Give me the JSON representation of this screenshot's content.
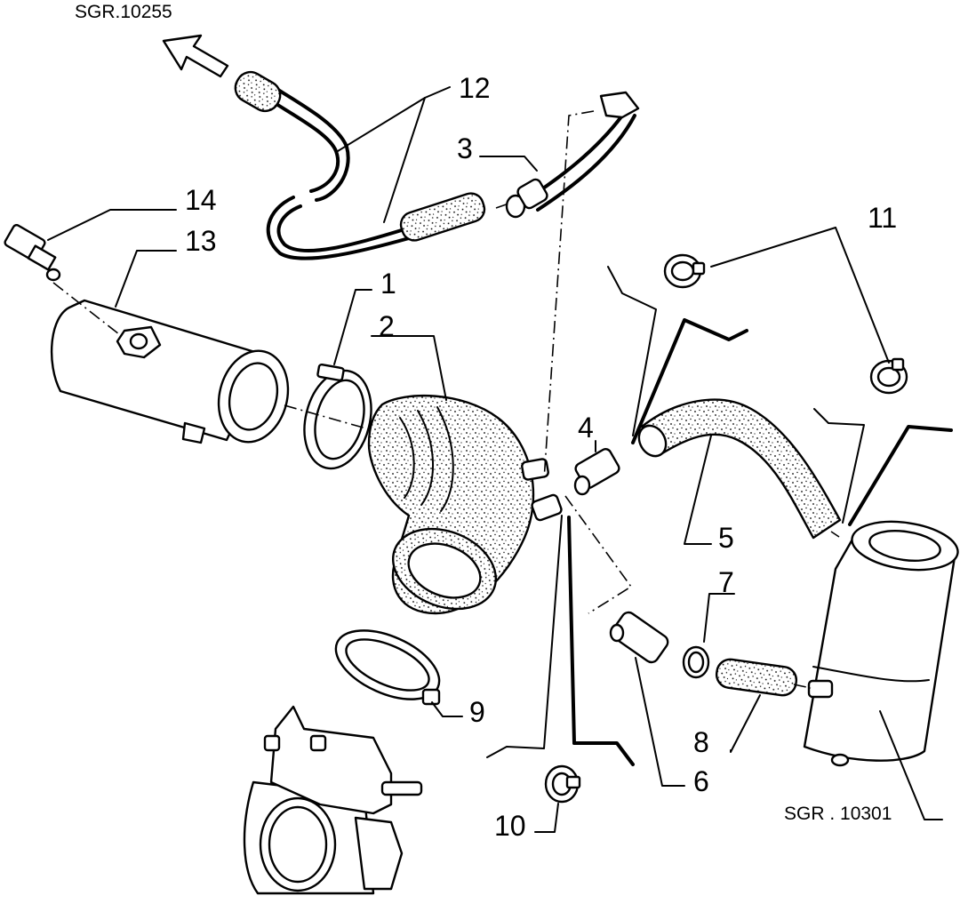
{
  "diagram": {
    "references": {
      "top_left": "SGR.10255",
      "bottom_right": "SGR . 10301"
    },
    "callouts": [
      "1",
      "2",
      "3",
      "4",
      "5",
      "6",
      "7",
      "8",
      "9",
      "10",
      "11",
      "12",
      "13",
      "14"
    ],
    "icons": {
      "direction_arrow": "arrow-up-left-icon"
    }
  }
}
